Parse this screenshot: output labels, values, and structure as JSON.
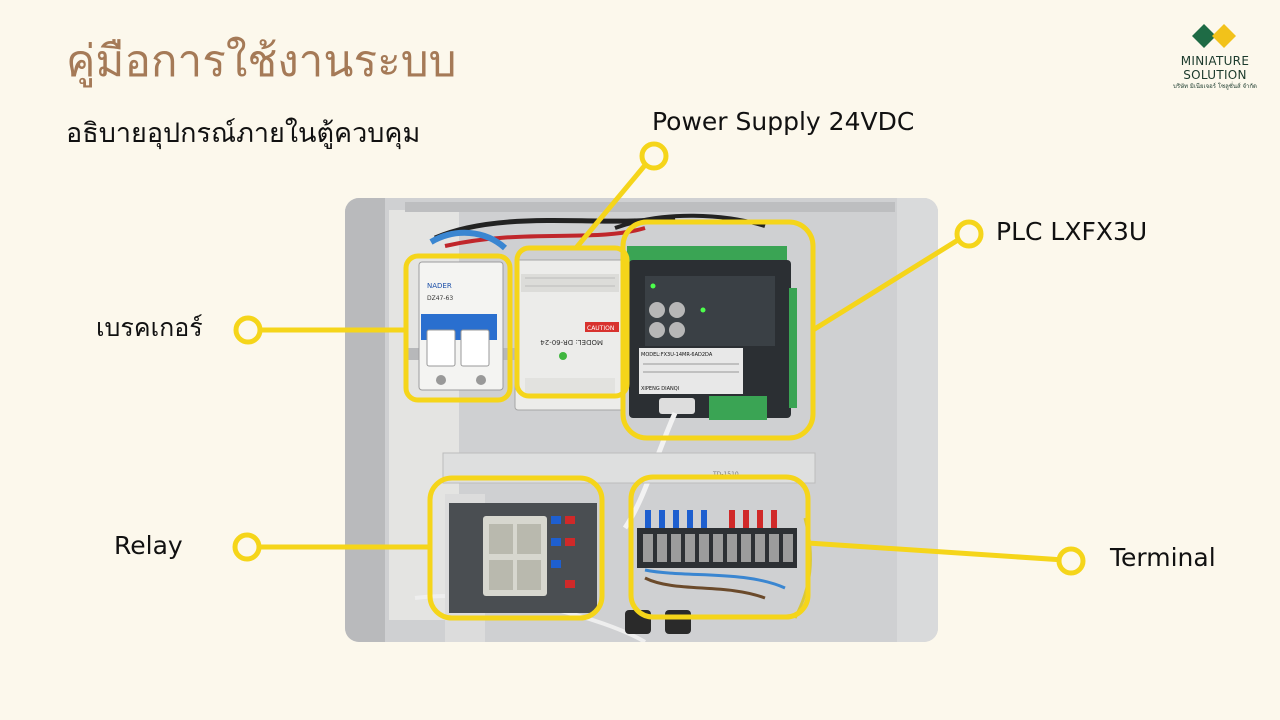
{
  "title": "คู่มือการใช้งานระบบ",
  "subtitle": "อธิบายอุปกรณ์ภายในตู้ควบคุม",
  "logo": {
    "line1": "MINIATURE",
    "line2": "SOLUTION",
    "line3": "บริษัท มิเนียเจอร์ โซลูชั่นส์ จำกัด",
    "colors": {
      "green": "#1e6b45",
      "yellow": "#f2c21a"
    }
  },
  "photo": {
    "breaker_brand": "NADER",
    "breaker_model": "DZ47-63",
    "psu_model": "MODEL: DR-60-24",
    "psu_caution": "CAUTION",
    "plc_model": "MODEL:FX3U-14MR-6AD2DA",
    "plc_maker": "XIPENG DIANQI",
    "terminal_tag": "TD-1510"
  },
  "callouts": {
    "psu": "Power Supply 24VDC",
    "plc": "PLC LXFX3U",
    "breaker": "เบรคเกอร์",
    "relay": "Relay",
    "terminal": "Terminal"
  },
  "colors": {
    "title": "#a57a57",
    "callout": "#f5d51a",
    "background": "#fcf8ec"
  }
}
